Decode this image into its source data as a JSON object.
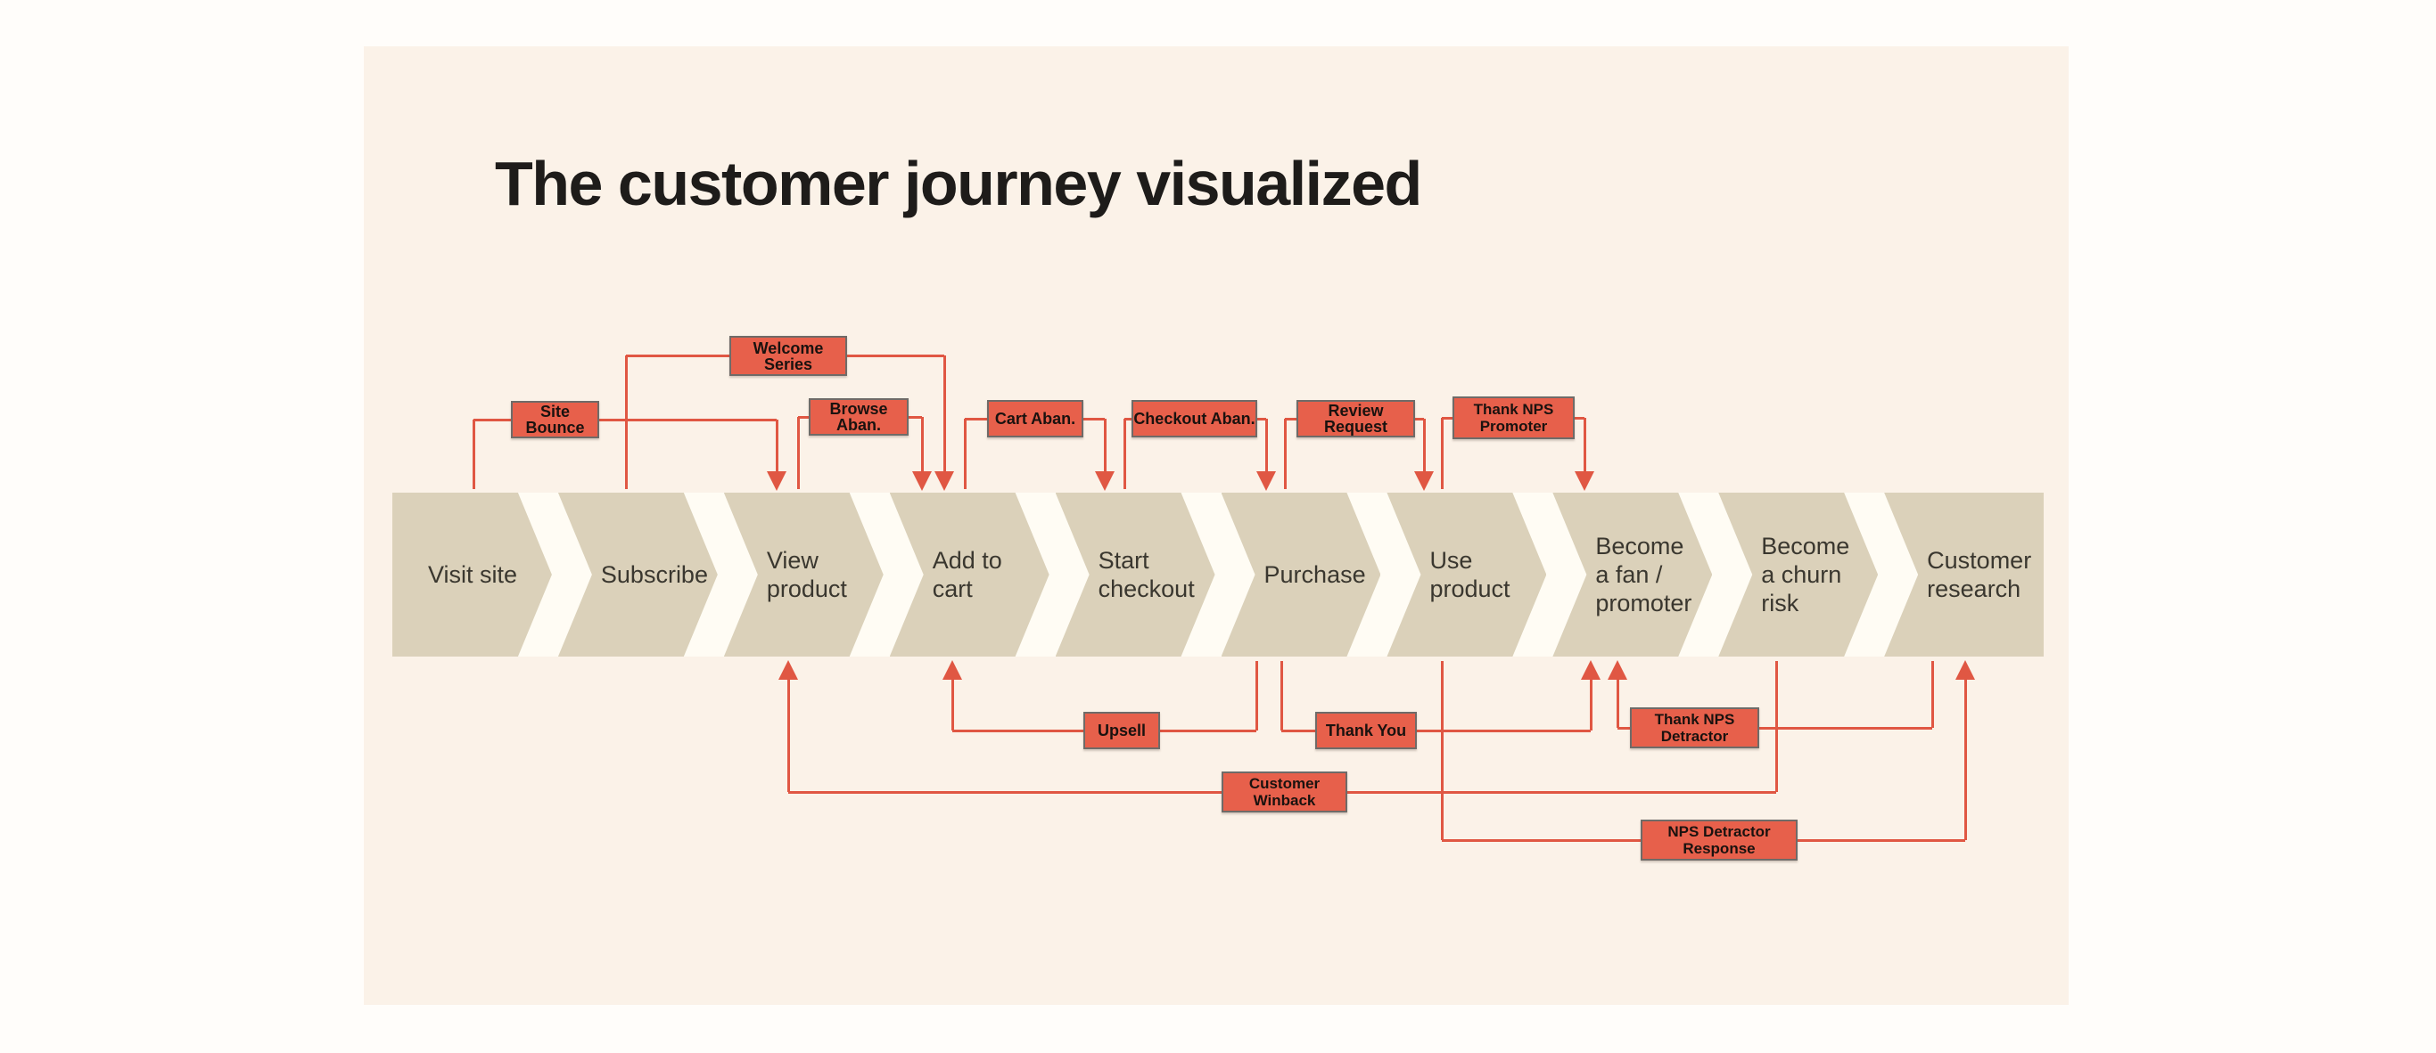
{
  "title": "The customer journey visualized",
  "colors": {
    "page_background": "#FFFDFA",
    "panel_cream": "#FBF2E8",
    "stage_beige": "#DBD1BA",
    "divider_white": "#FFFCF4",
    "touchpoint_red": "#E7604B",
    "connector_red": "#E05743",
    "box_border_gray": "#6F6B68",
    "text_dark": "#1E1C1A"
  },
  "stages": [
    {
      "label": "Visit site"
    },
    {
      "label": "Subscribe"
    },
    {
      "label": "View\nproduct"
    },
    {
      "label": "Add to\ncart"
    },
    {
      "label": "Start\ncheckout"
    },
    {
      "label": "Purchase"
    },
    {
      "label": "Use\nproduct"
    },
    {
      "label": "Become\na fan /\npromoter"
    },
    {
      "label": "Become\na churn\nrisk"
    },
    {
      "label": "Customer\nresearch"
    }
  ],
  "touchpoints": [
    {
      "id": "site-bounce",
      "label": "Site Bounce",
      "row": "top",
      "from": "Visit site",
      "to": "View product"
    },
    {
      "id": "welcome-series",
      "label": "Welcome Series",
      "row": "top",
      "from": "Subscribe",
      "to": "Add to cart"
    },
    {
      "id": "browse-aban",
      "label": "Browse Aban.",
      "row": "top",
      "from": "View product",
      "to": "Add to cart"
    },
    {
      "id": "cart-aban",
      "label": "Cart Aban.",
      "row": "top",
      "from": "Add to cart",
      "to": "Start checkout"
    },
    {
      "id": "checkout-aban",
      "label": "Checkout Aban.",
      "row": "top",
      "from": "Start checkout",
      "to": "Purchase"
    },
    {
      "id": "review-request",
      "label": "Review Request",
      "row": "top",
      "from": "Purchase",
      "to": "Use product"
    },
    {
      "id": "thank-nps-promoter",
      "label": "Thank NPS\nPromoter",
      "row": "top",
      "from": "Use product",
      "to": "Become a fan / promoter"
    },
    {
      "id": "upsell",
      "label": "Upsell",
      "row": "bottom",
      "from": "Purchase",
      "to": "Add to cart"
    },
    {
      "id": "thank-you",
      "label": "Thank You",
      "row": "bottom",
      "from": "Purchase",
      "to": "Become a fan / promoter"
    },
    {
      "id": "thank-nps-detractor",
      "label": "Thank NPS\nDetractor",
      "row": "bottom",
      "from": "Customer research",
      "to": "Become a fan / promoter"
    },
    {
      "id": "customer-winback",
      "label": "Customer\nWinback",
      "row": "bottom",
      "from": "Become a churn risk",
      "to": "View product"
    },
    {
      "id": "nps-detractor-response",
      "label": "NPS Detractor\nResponse",
      "row": "bottom",
      "from": "Use product",
      "to": "Customer research"
    }
  ]
}
